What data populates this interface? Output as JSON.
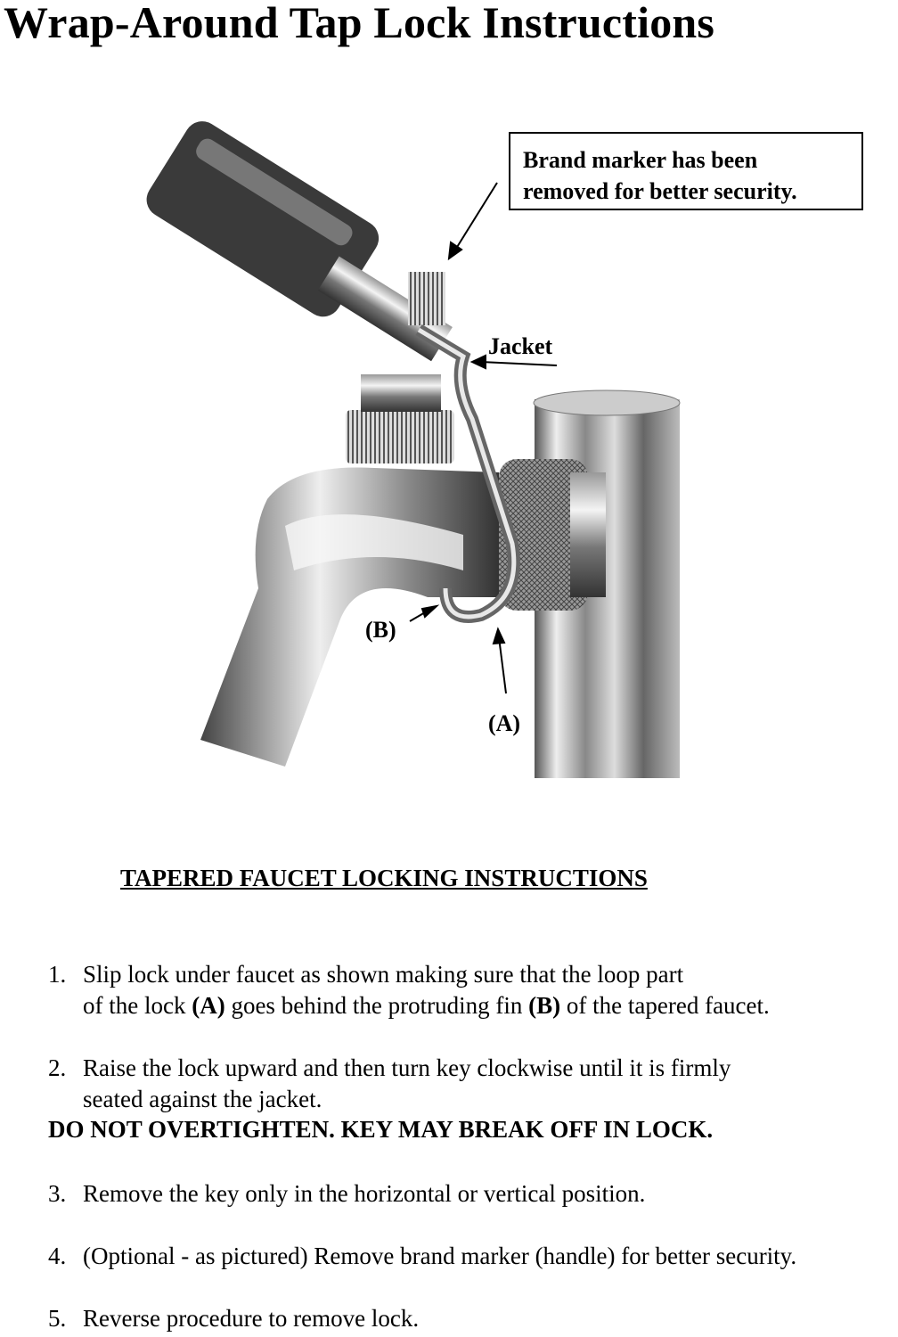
{
  "title": "Wrap-Around Tap Lock Instructions",
  "callout": {
    "line1": "Brand marker has been",
    "line2": "removed for better security."
  },
  "labels": {
    "jacket": "Jacket",
    "b": "(B)",
    "a": "(A)"
  },
  "heading": "TAPERED FAUCET LOCKING INSTRUCTIONS",
  "steps": [
    {
      "num": "1.",
      "line1": "Slip lock under faucet as shown making sure that the loop part",
      "line2_a": "of the lock ",
      "line2_b": "(A)",
      "line2_c": " goes behind the protruding fin ",
      "line2_d": "(B)",
      "line2_e": " of the tapered faucet."
    },
    {
      "num": "2.",
      "line1": "Raise the lock upward and then turn key clockwise until it is firmly",
      "line2": "seated against the jacket."
    },
    {
      "num": "3.",
      "line1": "Remove the key only in the horizontal or vertical position."
    },
    {
      "num": "4.",
      "line1": "(Optional - as pictured)  Remove brand marker (handle) for better security."
    },
    {
      "num": "5.",
      "line1": "Reverse procedure to remove lock."
    }
  ],
  "warning": "DO NOT OVERTIGHTEN.  KEY MAY BREAK OFF IN LOCK."
}
